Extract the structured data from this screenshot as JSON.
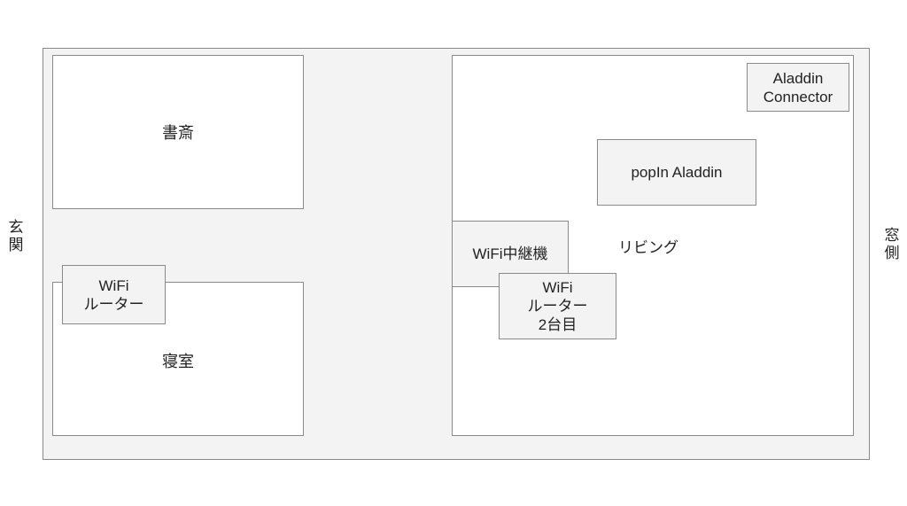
{
  "sides": {
    "left": "玄\n関",
    "right": "窓\n側"
  },
  "rooms": {
    "study": "書斎",
    "bedroom": "寝室",
    "living": "リビング"
  },
  "devices": {
    "aladdin_connector": "Aladdin\nConnector",
    "popin_aladdin": "popIn Aladdin",
    "wifi_repeater": "WiFi中継機",
    "wifi_router_2": "WiFi\nルーター\n2台目",
    "wifi_router": "WiFi\nルーター"
  }
}
